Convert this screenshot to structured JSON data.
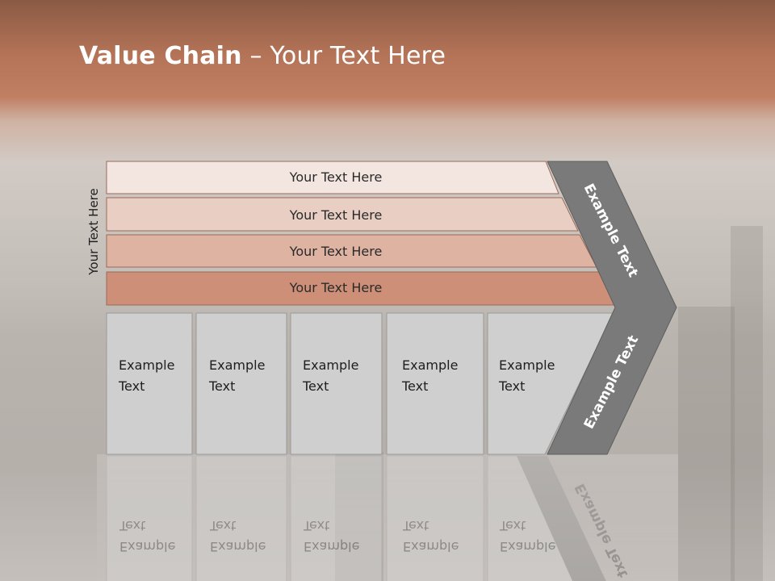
{
  "title": {
    "bold": "Value Chain",
    "rest": " – Your Text Here"
  },
  "side_label": "Your Text Here",
  "bars": [
    {
      "label": "Your Text Here",
      "fill": "#f3e6e0"
    },
    {
      "label": "Your Text Here",
      "fill": "#e9cfc3"
    },
    {
      "label": "Your Text Here",
      "fill": "#dfb3a2"
    },
    {
      "label": "Your Text Here",
      "fill": "#cd8f77"
    }
  ],
  "cells": [
    {
      "line1": "Example",
      "line2": "Text"
    },
    {
      "line1": "Example",
      "line2": "Text"
    },
    {
      "line1": "Example",
      "line2": "Text"
    },
    {
      "line1": "Example",
      "line2": "Text"
    },
    {
      "line1": "Example",
      "line2": "Text"
    }
  ],
  "chevron": {
    "upper_label": "Example Text",
    "lower_label": "Example Text",
    "fill": "#7a7a7a"
  },
  "colors": {
    "cell_fill": "#cfcfcf",
    "cell_stroke": "#9a9a9a",
    "bar_stroke": "#9a6a58"
  }
}
